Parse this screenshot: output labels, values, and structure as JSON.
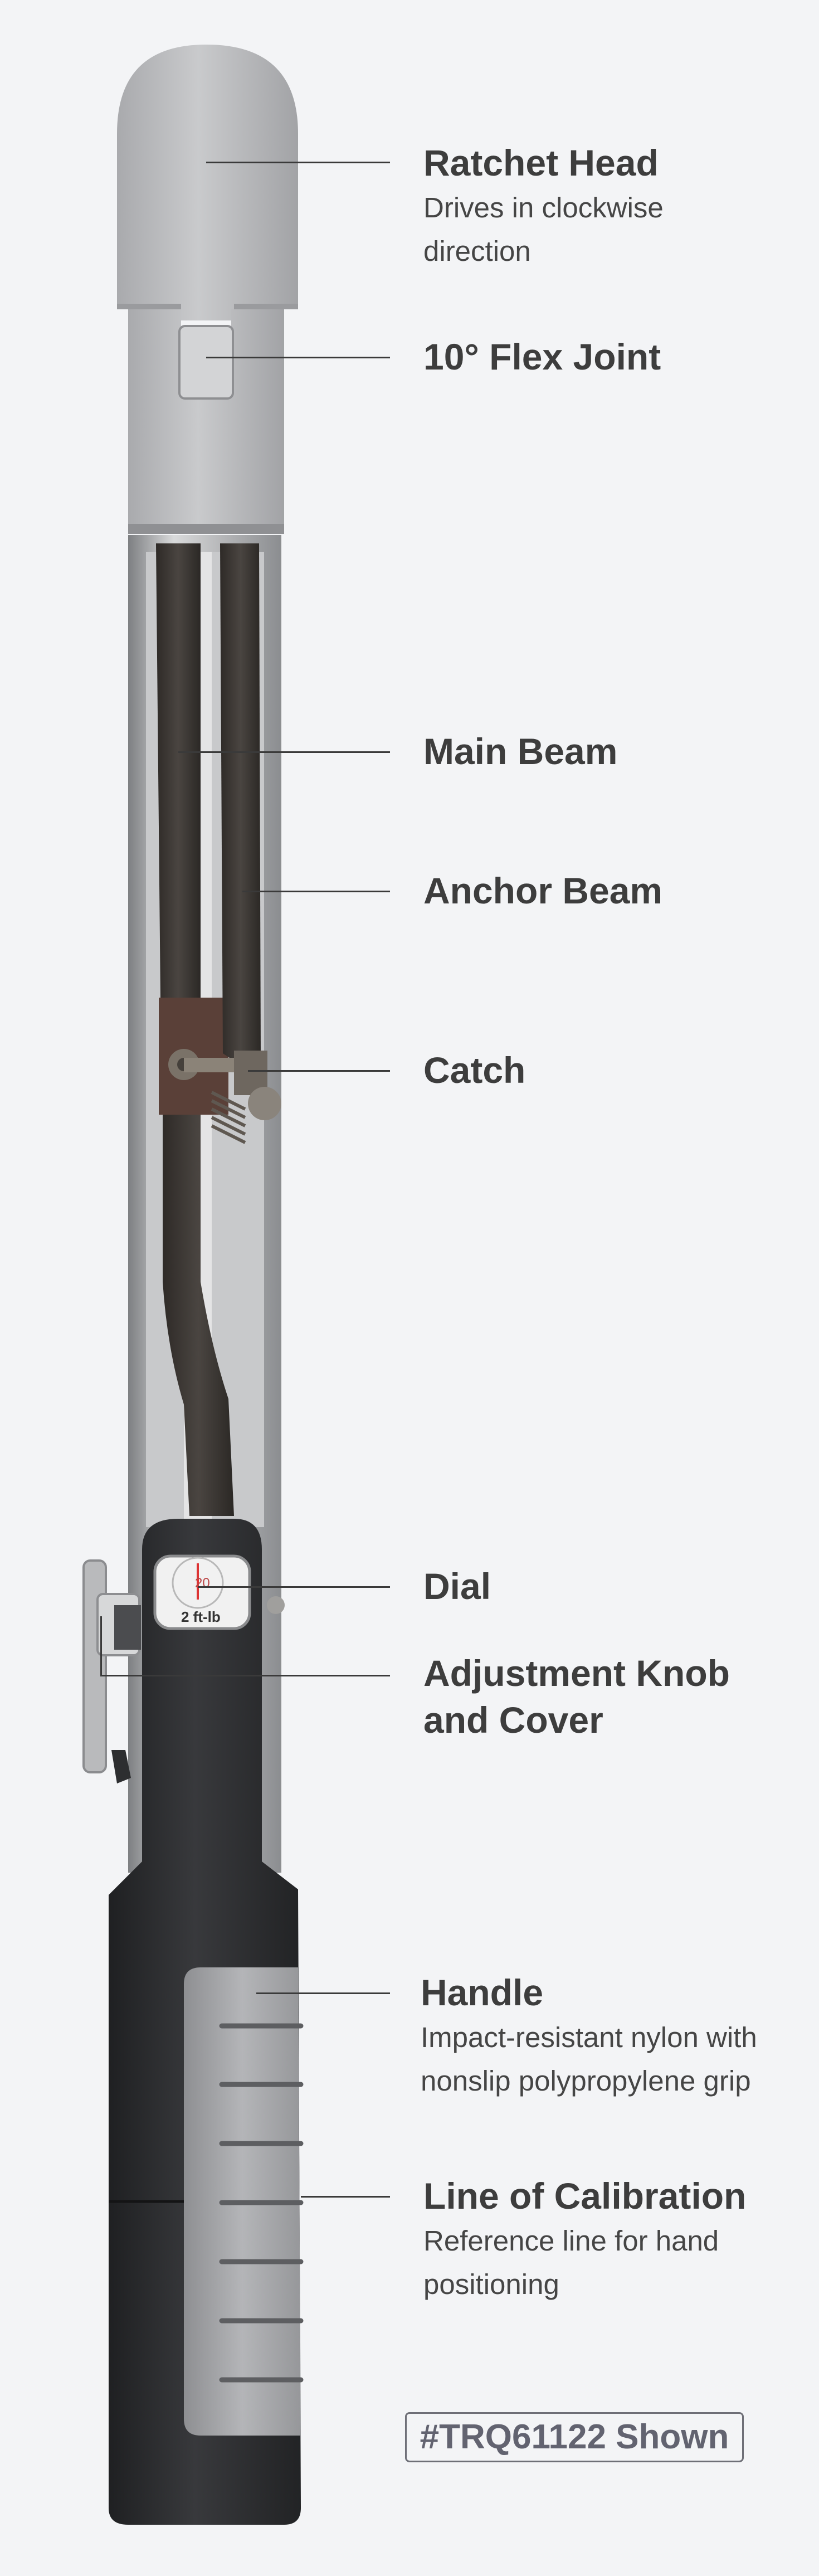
{
  "labels": [
    {
      "key": "ratchet_head",
      "title": "Ratchet Head",
      "desc": "Drives in clockwise direction"
    },
    {
      "key": "flex_joint",
      "title": "10° Flex Joint",
      "desc": ""
    },
    {
      "key": "main_beam",
      "title": "Main Beam",
      "desc": ""
    },
    {
      "key": "anchor_beam",
      "title": "Anchor Beam",
      "desc": ""
    },
    {
      "key": "catch",
      "title": "Catch",
      "desc": ""
    },
    {
      "key": "dial",
      "title": "Dial",
      "desc": ""
    },
    {
      "key": "adjustment_knob",
      "title": "Adjustment Knob and Cover",
      "desc": ""
    },
    {
      "key": "handle",
      "title": "Handle",
      "desc": "Impact-resistant nylon with nonslip polypropylene grip"
    },
    {
      "key": "line_of_calibration",
      "title": "Line of Calibration",
      "desc": "Reference line for hand positioning"
    }
  ],
  "dial": {
    "value": "20",
    "reading": "2 ft-lb"
  },
  "badge": "#TRQ61122 Shown",
  "colors": {
    "background": "#f3f4f6",
    "text": "#3d3d3d",
    "head": "#b3b4b7",
    "handle": "#2b2c2e",
    "grip": "#a4a5a8",
    "beam": "#3e3a37"
  }
}
